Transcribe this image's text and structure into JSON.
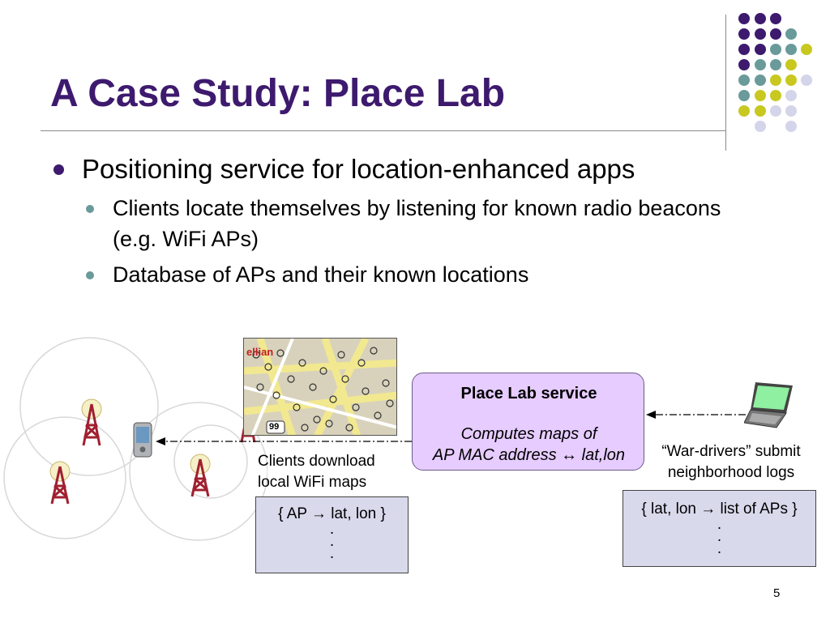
{
  "slide": {
    "title": "A Case Study: Place Lab",
    "bullet": "Positioning service for location-enhanced apps",
    "sub_bullets": [
      "Clients locate themselves by listening for known radio beacons (e.g. WiFi APs)",
      "Database of APs and their known locations"
    ],
    "page_number": "5"
  },
  "diagram": {
    "service": {
      "title": "Place Lab service",
      "desc_line1": "Computes maps of",
      "desc_line2": "AP MAC address ↔ lat,lon"
    },
    "client_caption": {
      "line1": "Clients download",
      "line2": "local WiFi maps"
    },
    "wardriver_caption": {
      "line1": "“War-drivers” submit",
      "line2": "neighborhood logs"
    },
    "client_db": {
      "line1": "{ AP → lat, lon }",
      "dots": "."
    },
    "wardriver_db": {
      "line1": "{ lat, lon → list of APs }",
      "dots": "."
    },
    "map_labels": {
      "route": "99",
      "town": "ellian"
    }
  },
  "colors": {
    "title": "#3d1a6e",
    "service_fill": "#e6ccff",
    "db_fill": "#d9d9ec",
    "deco_purple": "#3d1a6e",
    "deco_teal": "#6a9a9a",
    "deco_yellow": "#c8c820",
    "deco_lavender": "#d4d4ea"
  }
}
